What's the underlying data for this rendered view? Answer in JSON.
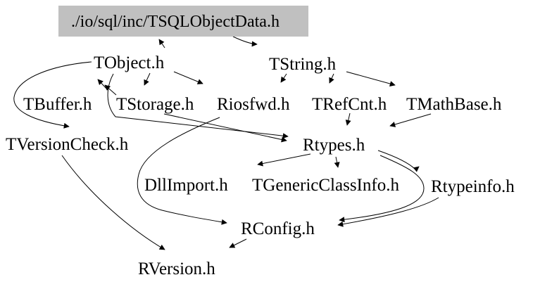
{
  "diagram": {
    "type": "include-dependency-graph",
    "title": "./io/sql/inc/TSQLObjectData.h",
    "colors": {
      "background": "#ffffff",
      "root_node_fill": "#c0c0c0",
      "text": "#000000",
      "edge": "#000000"
    },
    "nodes": [
      {
        "id": "root",
        "label": "./io/sql/inc/TSQLObjectData.h",
        "highlighted": true
      },
      {
        "id": "TObject",
        "label": "TObject.h"
      },
      {
        "id": "TString",
        "label": "TString.h"
      },
      {
        "id": "TBuffer",
        "label": "TBuffer.h"
      },
      {
        "id": "TStorage",
        "label": "TStorage.h"
      },
      {
        "id": "Riosfwd",
        "label": "Riosfwd.h"
      },
      {
        "id": "TRefCnt",
        "label": "TRefCnt.h"
      },
      {
        "id": "TMathBase",
        "label": "TMathBase.h"
      },
      {
        "id": "TVersionCheck",
        "label": "TVersionCheck.h"
      },
      {
        "id": "Rtypes",
        "label": "Rtypes.h"
      },
      {
        "id": "DllImport",
        "label": "DllImport.h"
      },
      {
        "id": "TGenericClassInfo",
        "label": "TGenericClassInfo.h"
      },
      {
        "id": "Rtypeinfo",
        "label": "Rtypeinfo.h"
      },
      {
        "id": "RConfig",
        "label": "RConfig.h"
      },
      {
        "id": "RVersion",
        "label": "RVersion.h"
      }
    ],
    "edges": [
      {
        "from": "./io/sql/inc/TSQLObjectData.h",
        "to": "TObject.h"
      },
      {
        "from": "./io/sql/inc/TSQLObjectData.h",
        "to": "TString.h"
      },
      {
        "from": "TObject.h",
        "to": "TStorage.h"
      },
      {
        "from": "TObject.h",
        "to": "Riosfwd.h"
      },
      {
        "from": "TObject.h",
        "to": "Rtypes.h"
      },
      {
        "from": "TObject.h",
        "to": "TVersionCheck.h"
      },
      {
        "from": "TBuffer.h",
        "to": "TObject.h"
      },
      {
        "from": "TStorage.h",
        "to": "TObject.h"
      },
      {
        "from": "TStorage.h",
        "to": "Rtypes.h"
      },
      {
        "from": "TString.h",
        "to": "Riosfwd.h"
      },
      {
        "from": "TString.h",
        "to": "TRefCnt.h"
      },
      {
        "from": "TString.h",
        "to": "TMathBase.h"
      },
      {
        "from": "TRefCnt.h",
        "to": "Rtypes.h"
      },
      {
        "from": "TMathBase.h",
        "to": "Rtypes.h"
      },
      {
        "from": "Riosfwd.h",
        "to": "RConfig.h"
      },
      {
        "from": "Rtypes.h",
        "to": "DllImport.h"
      },
      {
        "from": "Rtypes.h",
        "to": "TGenericClassInfo.h"
      },
      {
        "from": "Rtypes.h",
        "to": "Rtypeinfo.h"
      },
      {
        "from": "Rtypes.h",
        "to": "RConfig.h"
      },
      {
        "from": "Rtypeinfo.h",
        "to": "RConfig.h"
      },
      {
        "from": "RConfig.h",
        "to": "RVersion.h"
      },
      {
        "from": "TVersionCheck.h",
        "to": "RVersion.h"
      }
    ]
  }
}
